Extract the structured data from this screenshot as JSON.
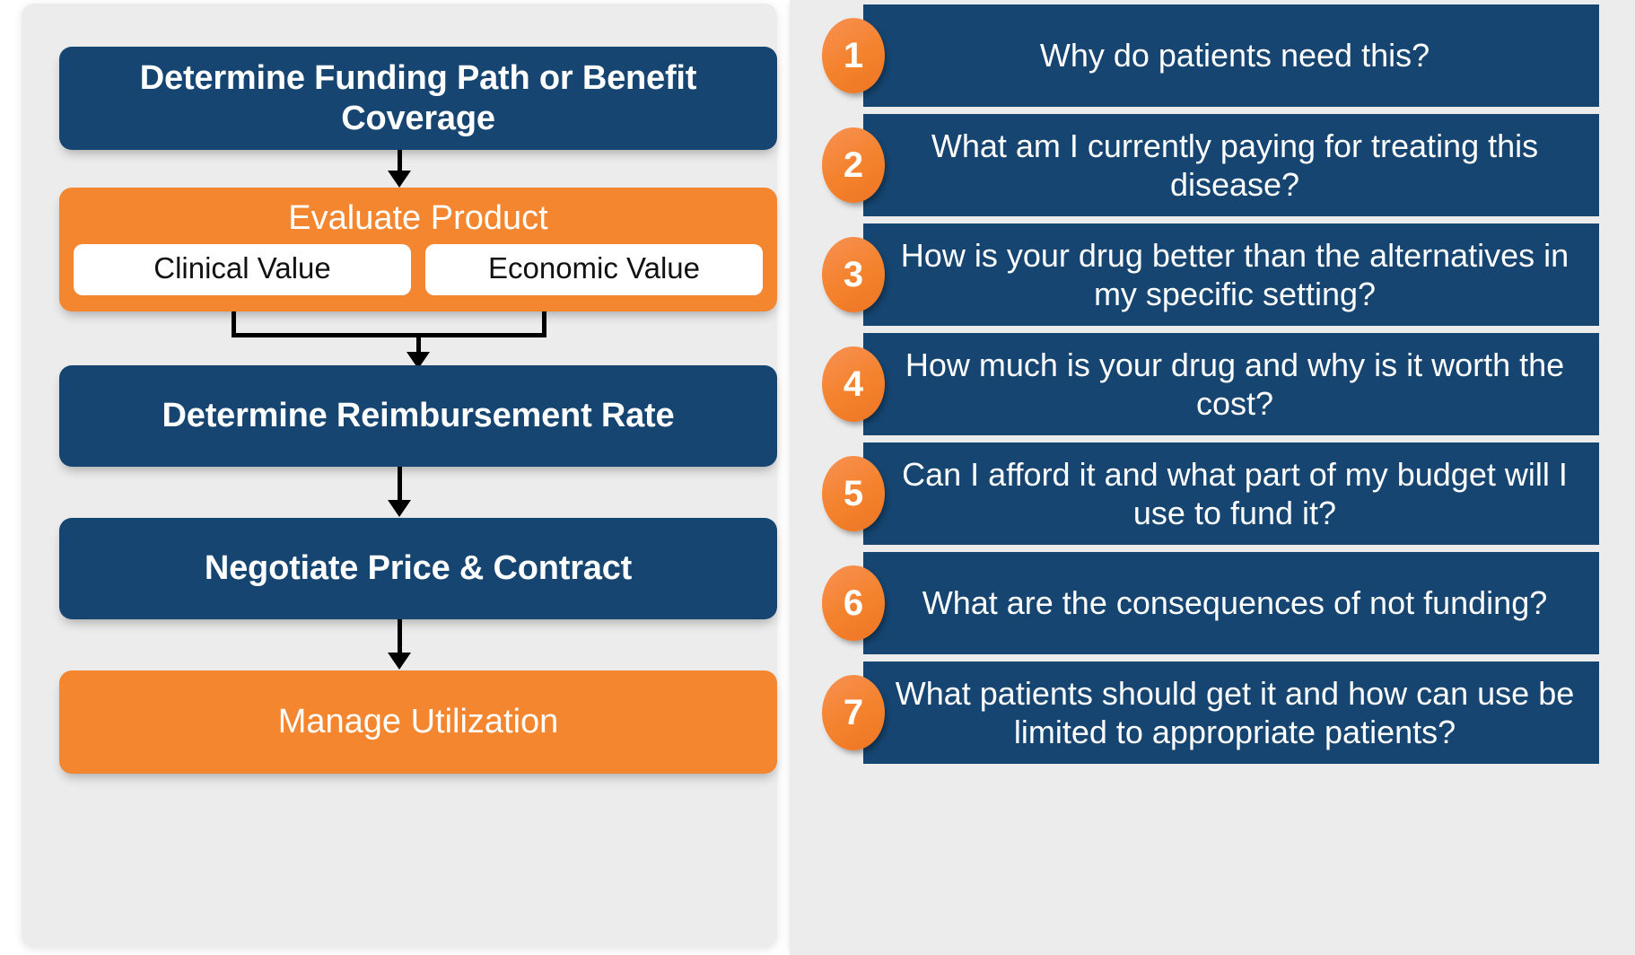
{
  "colors": {
    "blue": "#154570",
    "orange": "#f4862f",
    "panel_bg": "#ececec",
    "page_bg": "#ffffff",
    "text_light": "#ffffff",
    "text_dark": "#111111"
  },
  "flowchart": {
    "nodes": [
      {
        "id": "determine-funding-path",
        "label": "Determine Funding Path or Benefit Coverage",
        "color": "blue"
      },
      {
        "id": "evaluate-product",
        "label": "Evaluate Product",
        "color": "orange",
        "subboxes": [
          {
            "id": "clinical-value",
            "label": "Clinical Value"
          },
          {
            "id": "economic-value",
            "label": "Economic Value"
          }
        ]
      },
      {
        "id": "determine-reimbursement-rate",
        "label": "Determine Reimbursement Rate",
        "color": "blue"
      },
      {
        "id": "negotiate-price-contract",
        "label": "Negotiate Price & Contract",
        "color": "blue"
      },
      {
        "id": "manage-utilization",
        "label": "Manage Utilization",
        "color": "orange"
      }
    ]
  },
  "questions": {
    "items": [
      {
        "number": "1",
        "text": "Why do patients need this?"
      },
      {
        "number": "2",
        "text": "What am I currently paying for treating this disease?"
      },
      {
        "number": "3",
        "text": "How is your drug better than the alternatives in my specific setting?"
      },
      {
        "number": "4",
        "text": "How much is your drug and why is it worth the cost?"
      },
      {
        "number": "5",
        "text": "Can I afford it and what part of my budget will I use to fund it?"
      },
      {
        "number": "6",
        "text": "What are the consequences of not funding?"
      },
      {
        "number": "7",
        "text": "What patients should get it and how can use be limited to appropriate patients?"
      }
    ]
  }
}
